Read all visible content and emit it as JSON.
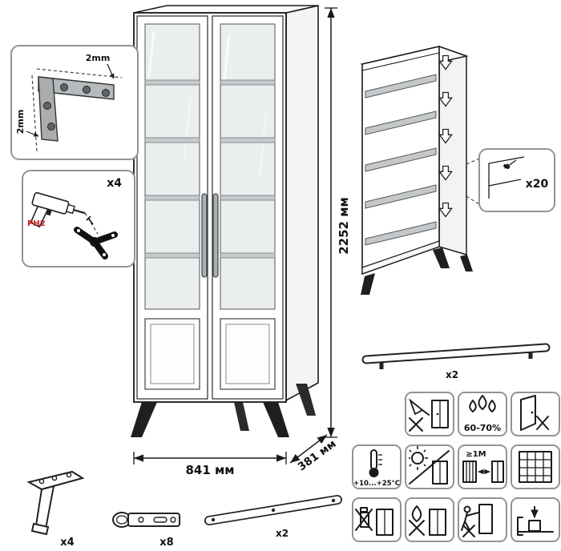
{
  "main_cabinet": {
    "height_label": "2252 мм",
    "width_label": "841 мм",
    "depth_label": "381 мм"
  },
  "corner_detail": {
    "gap_top_label": "2mm",
    "gap_side_label": "2mm"
  },
  "drill_detail": {
    "quantity_label": "x4",
    "bit_label": "PH2"
  },
  "shelf_assembly": {
    "pin_quantity_label": "x20"
  },
  "handle_part": {
    "quantity_label": "x2"
  },
  "parts_list": {
    "leg_quantity_label": "x4",
    "hinge_quantity_label": "x8",
    "strap_quantity_label": "x2"
  },
  "care_instructions": {
    "humidity_label": "60-70%",
    "temperature_label": "+10...+25°C",
    "distance_label": "≥1M"
  },
  "colors": {
    "accent_red": "#d11a1a",
    "shelf_gray": "#c6cacc",
    "glass_gray": "#eaeeef",
    "leg_black": "#1f1f1f"
  }
}
